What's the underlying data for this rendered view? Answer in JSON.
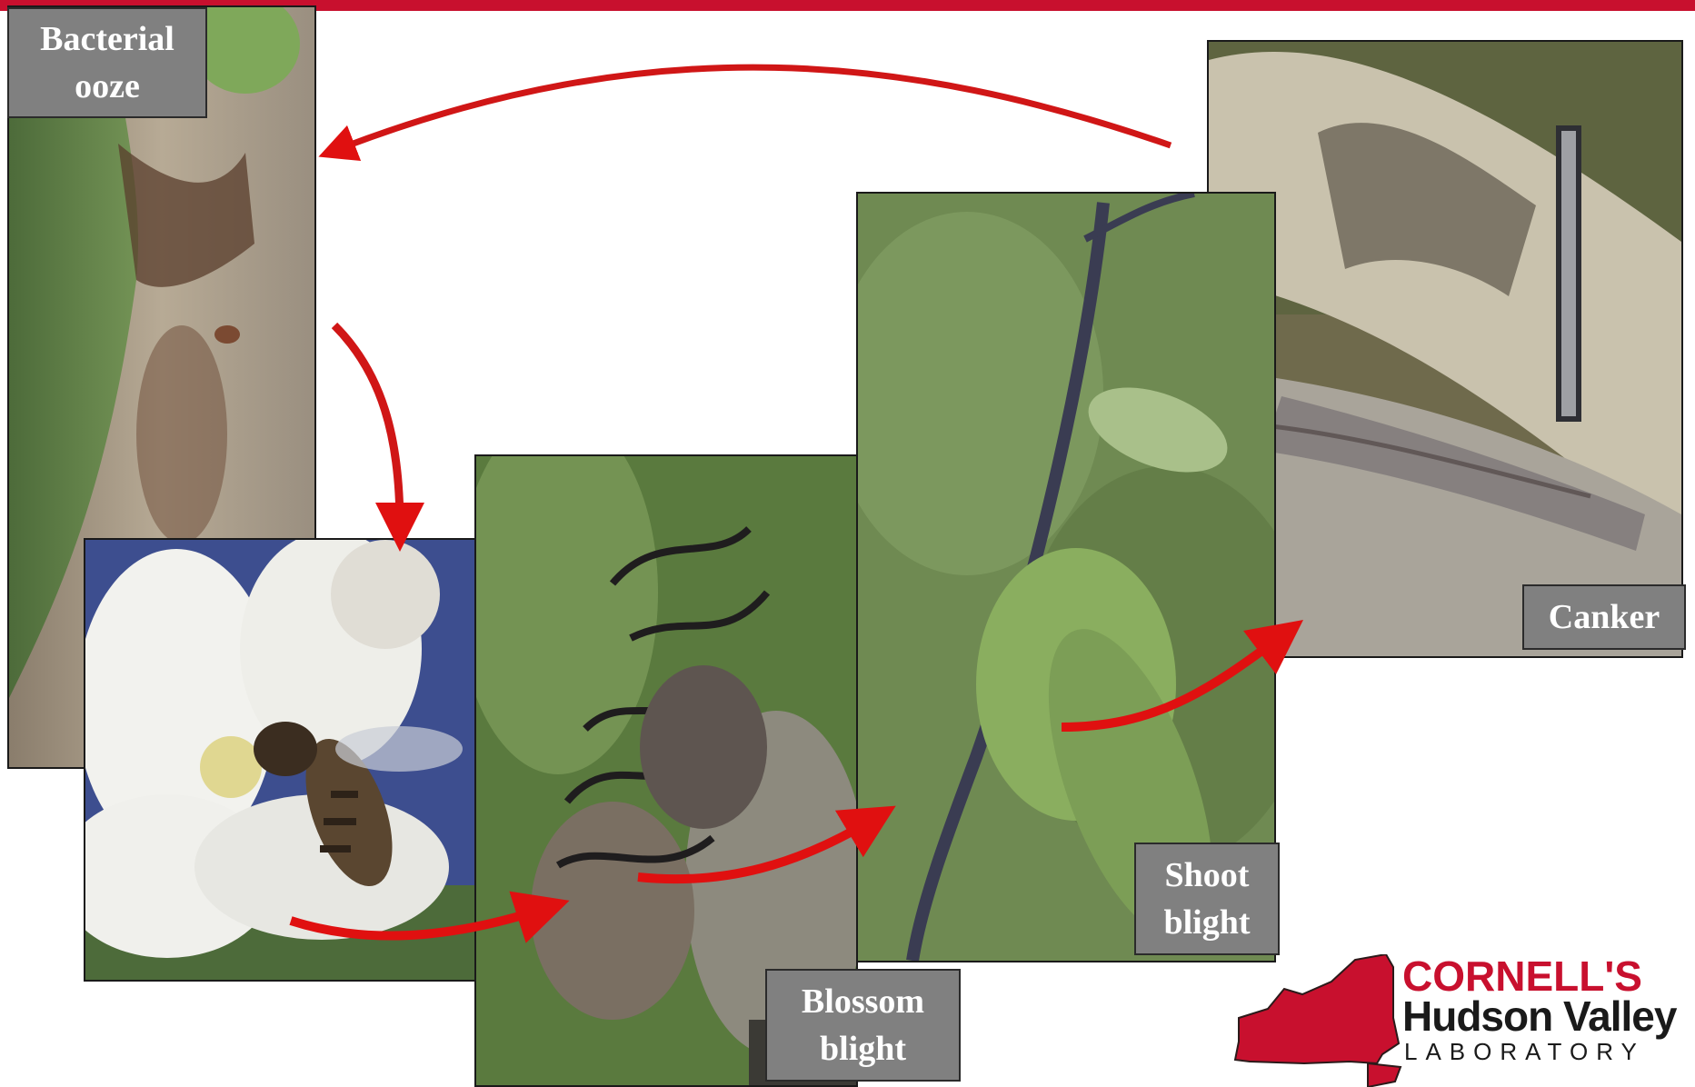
{
  "labels": {
    "bacterial_ooze": [
      "Bacterial",
      "ooze"
    ],
    "blossom_blight": [
      "Blossom",
      "blight"
    ],
    "shoot_blight": [
      "Shoot",
      "blight"
    ],
    "canker": "Canker"
  },
  "logo": {
    "line1": "CORNELL'S",
    "line2": "Hudson Valley",
    "line3": "LABORATORY"
  },
  "colors": {
    "accent_red": "#c8102e",
    "arrow_red": "#e01010",
    "label_gray": "#808080"
  },
  "icons": {
    "logo_mark": "new-york-state-silhouette"
  }
}
